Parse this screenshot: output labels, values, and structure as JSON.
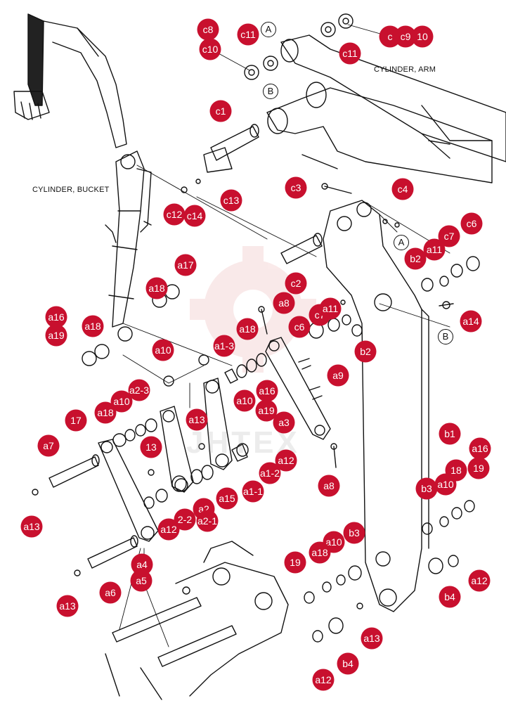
{
  "captions": {
    "cylinder_arm": "CYLINDER, ARM",
    "cylinder_bucket": "CYLINDER, BUCKET"
  },
  "ref_markers": [
    "A",
    "B",
    "A",
    "B"
  ],
  "watermark": "JHTEX",
  "colors": {
    "callout": "#c8102e",
    "line": "#111111",
    "watermark": "#e8a0a0"
  },
  "callouts": [
    {
      "label": "c8"
    },
    {
      "label": "c10"
    },
    {
      "label": "c11"
    },
    {
      "label": "c11"
    },
    {
      "label": "c9"
    },
    {
      "label": "10"
    },
    {
      "label": "c"
    },
    {
      "label": "c1"
    },
    {
      "label": "c3"
    },
    {
      "label": "c4"
    },
    {
      "label": "c12"
    },
    {
      "label": "c14"
    },
    {
      "label": "c13"
    },
    {
      "label": "c7"
    },
    {
      "label": "c6"
    },
    {
      "label": "a11"
    },
    {
      "label": "b2"
    },
    {
      "label": "c2"
    },
    {
      "label": "a17"
    },
    {
      "label": "a18"
    },
    {
      "label": "a8"
    },
    {
      "label": "c7"
    },
    {
      "label": "a11"
    },
    {
      "label": "c6"
    },
    {
      "label": "b2"
    },
    {
      "label": "a14"
    },
    {
      "label": "a16"
    },
    {
      "label": "a19"
    },
    {
      "label": "a18"
    },
    {
      "label": "a10"
    },
    {
      "label": "a1-3"
    },
    {
      "label": "a18"
    },
    {
      "label": "a9"
    },
    {
      "label": "a10"
    },
    {
      "label": "a16"
    },
    {
      "label": "a19"
    },
    {
      "label": "a3"
    },
    {
      "label": "a2-3"
    },
    {
      "label": "a10"
    },
    {
      "label": "a18"
    },
    {
      "label": "17"
    },
    {
      "label": "13"
    },
    {
      "label": "a13"
    },
    {
      "label": "a7"
    },
    {
      "label": "b1"
    },
    {
      "label": "a16"
    },
    {
      "label": "19"
    },
    {
      "label": "a12"
    },
    {
      "label": "a1-2"
    },
    {
      "label": "a1-1"
    },
    {
      "label": "a8"
    },
    {
      "label": "a15"
    },
    {
      "label": "a2"
    },
    {
      "label": "2-2"
    },
    {
      "label": "a2-1"
    },
    {
      "label": "a12"
    },
    {
      "label": "a13"
    },
    {
      "label": "b3"
    },
    {
      "label": "a10"
    },
    {
      "label": "18"
    },
    {
      "label": "a4"
    },
    {
      "label": "a5"
    },
    {
      "label": "a10"
    },
    {
      "label": "b3"
    },
    {
      "label": "19"
    },
    {
      "label": "a18"
    },
    {
      "label": "a6"
    },
    {
      "label": "a13"
    },
    {
      "label": "a13"
    },
    {
      "label": "b4"
    },
    {
      "label": "a12"
    },
    {
      "label": "b4"
    },
    {
      "label": "a12"
    }
  ]
}
